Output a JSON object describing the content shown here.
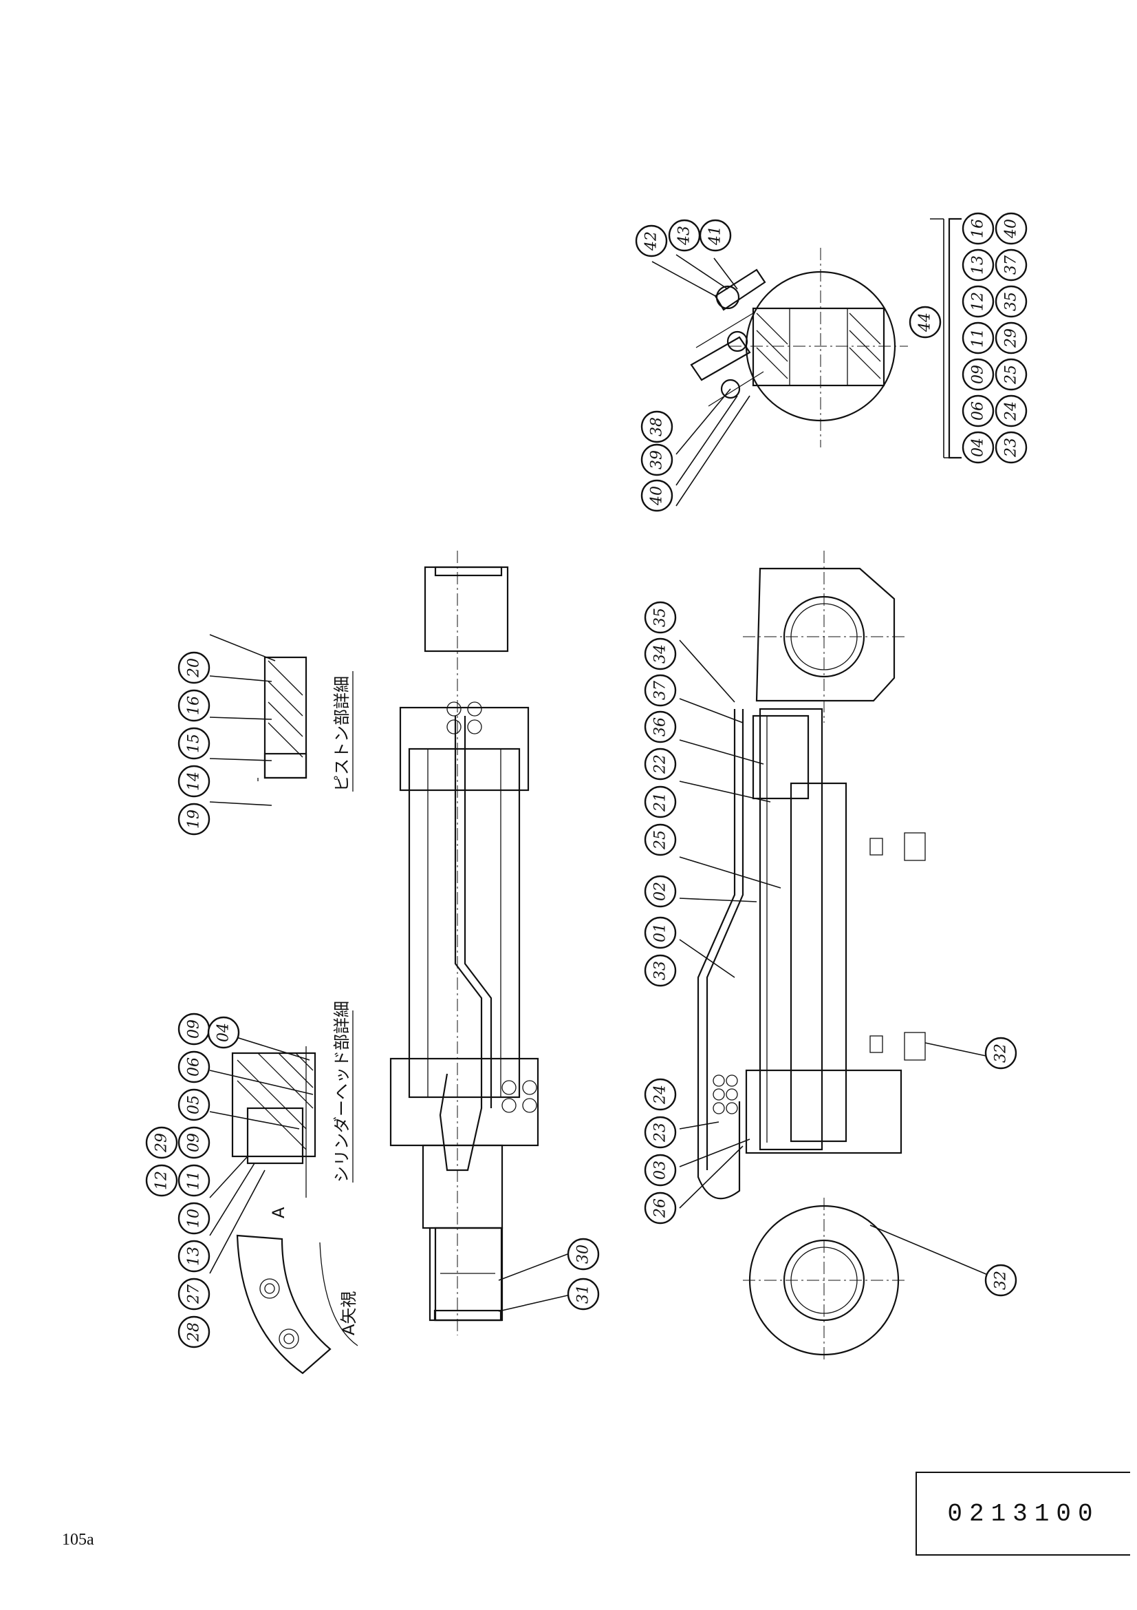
{
  "sheet": {
    "drawing_number": "0213100",
    "page_ref": "105a"
  },
  "detail_labels": {
    "cylinder_head_detail": "シリンダーヘッド部詳細",
    "piston_detail": "ピストン部詳細",
    "view_a": "A矢視",
    "view_a_marker": "A"
  },
  "part_numbers": {
    "p01": "01",
    "p02": "02",
    "p03": "03",
    "p04": "04",
    "p05": "05",
    "p06": "06",
    "p09": "09",
    "p10": "10",
    "p11": "11",
    "p12": "12",
    "p13": "13",
    "p14": "14",
    "p15": "15",
    "p16": "16",
    "p19": "19",
    "p20": "20",
    "p21": "21",
    "p22": "22",
    "p23": "23",
    "p24": "24",
    "p25": "25",
    "p26": "26",
    "p27": "27",
    "p28": "28",
    "p29": "29",
    "p30": "30",
    "p31": "31",
    "p32": "32",
    "p33": "33",
    "p34": "34",
    "p35": "35",
    "p36": "36",
    "p37": "37",
    "p38": "38",
    "p39": "39",
    "p40": "40",
    "p41": "41",
    "p42": "42",
    "p43": "43",
    "p44": "44"
  },
  "kit_44_members": {
    "row1": [
      "04",
      "06",
      "09",
      "11",
      "12",
      "13",
      "16"
    ],
    "row2": [
      "23",
      "24",
      "25",
      "29",
      "35",
      "37",
      "40"
    ]
  }
}
